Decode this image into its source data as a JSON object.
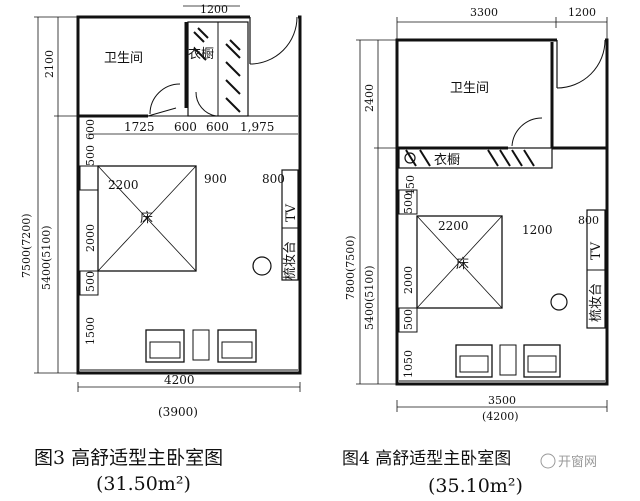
{
  "fig3": {
    "top_dim": "1200",
    "left_dims": {
      "d2100": "2100",
      "d5400": "5400(5100)",
      "d7500": "7500(7200)"
    },
    "rooms": {
      "bathroom": "卫生间",
      "closet": "衣橱",
      "bed": "床",
      "dresser": "梳妆台",
      "tv": "TV"
    },
    "interior_dims": {
      "d600a": "600",
      "d1725": "1725",
      "d600b": "600",
      "d600c": "600",
      "d1975": "1,975",
      "d500a": "500",
      "d2200": "2200",
      "d900": "900",
      "d800": "800",
      "d2000": "2000",
      "d500b": "500",
      "d1500": "1500"
    },
    "bottom_dims": {
      "d4200": "4200",
      "d3900": "(3900)"
    },
    "caption_title": "图3   高舒适型主卧室图",
    "caption_area": "(31.50m²)"
  },
  "fig4": {
    "top_dims": {
      "d3300": "3300",
      "d1200": "1200"
    },
    "left_dims": {
      "d2400": "2400",
      "d7800": "7800(7500)",
      "d5400": "5400(5100)"
    },
    "rooms": {
      "bathroom": "卫生间",
      "closet": "衣橱",
      "bed": "床",
      "dresser": "梳妆台",
      "tv": "TV"
    },
    "interior_dims": {
      "d450": "450",
      "d500a": "500",
      "d2200": "2200",
      "d1200": "1200",
      "d800": "800",
      "d2000": "2000",
      "d500b": "500",
      "d1050": "1050"
    },
    "bottom_dims": {
      "d3500": "3500",
      "d4200": "(4200)"
    },
    "caption_title": "图4    高舒适型主卧室图",
    "caption_area": "(35.10m²)"
  },
  "watermark": "开窗网"
}
